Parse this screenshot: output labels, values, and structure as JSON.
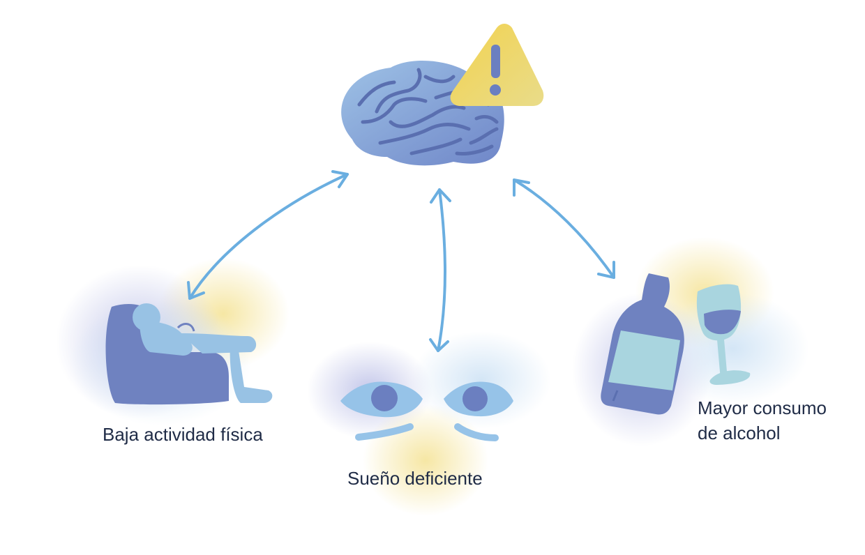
{
  "colors": {
    "brain": "#8fb4dc",
    "brain_dark": "#6b83c4",
    "brain_lines": "#5a6fb0",
    "warning": "#efd35a",
    "warning_mark": "#6b7fc0",
    "arrow": "#6aaee0",
    "figure_dark": "#6f82c0",
    "figure_light": "#98c2e4",
    "eye_white": "#96c3e8",
    "pupil": "#6b7fc0",
    "label_panel": "#a9d5df",
    "glow_yellow": "#f5e49a",
    "glow_purple": "#b9bde6",
    "text": "#1f2b46"
  },
  "icons": {
    "center": [
      "brain-icon",
      "warning-triangle-icon"
    ],
    "activity": "person-on-sofa-icon",
    "sleep": "tired-eyes-icon",
    "alcohol": [
      "bottle-icon",
      "wine-glass-icon"
    ]
  },
  "labels": {
    "activity": "Baja actividad física",
    "sleep": "Sueño deficiente",
    "alcohol_line1": "Mayor consumo",
    "alcohol_line2": "de alcohol"
  }
}
